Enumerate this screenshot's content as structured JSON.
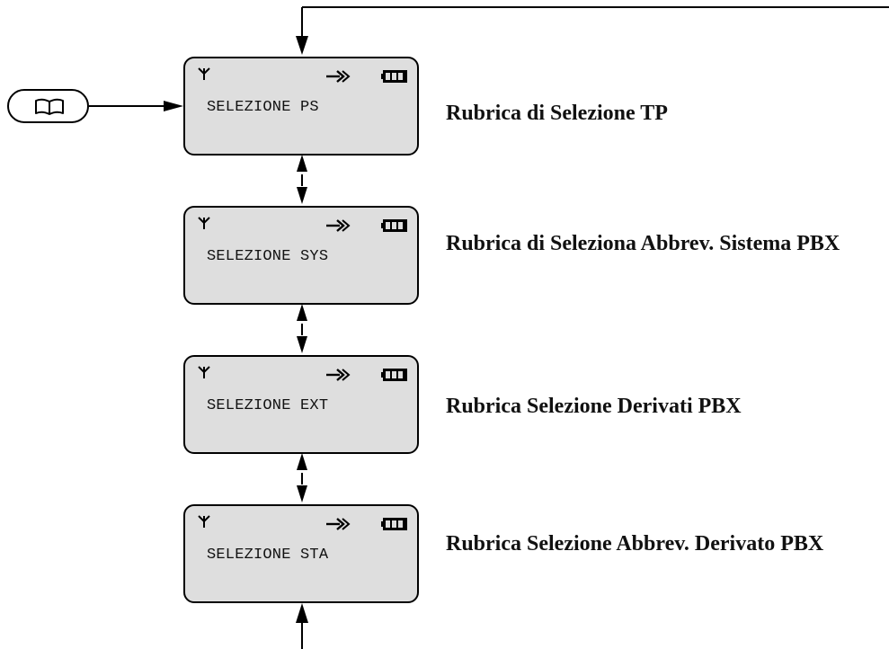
{
  "screens": [
    {
      "display_text": "SELEZIONE PS",
      "description": "Rubrica di Selezione TP",
      "icons": [
        "antenna-icon",
        "forward-arrow-icon",
        "battery-icon"
      ]
    },
    {
      "display_text": "SELEZIONE SYS",
      "description": "Rubrica di Seleziona Abbrev. Sistema PBX",
      "icons": [
        "antenna-icon",
        "forward-arrow-icon",
        "battery-icon"
      ]
    },
    {
      "display_text": "SELEZIONE EXT",
      "description": "Rubrica Selezione Derivati PBX",
      "icons": [
        "antenna-icon",
        "forward-arrow-icon",
        "battery-icon"
      ]
    },
    {
      "display_text": "SELEZIONE STA",
      "description": "Rubrica Selezione Abbrev. Derivato PBX",
      "icons": [
        "antenna-icon",
        "forward-arrow-icon",
        "battery-icon"
      ]
    }
  ],
  "entry_key": {
    "icon": "phonebook-icon"
  },
  "colors": {
    "lcd_background": "#dedede",
    "line": "#000000"
  }
}
